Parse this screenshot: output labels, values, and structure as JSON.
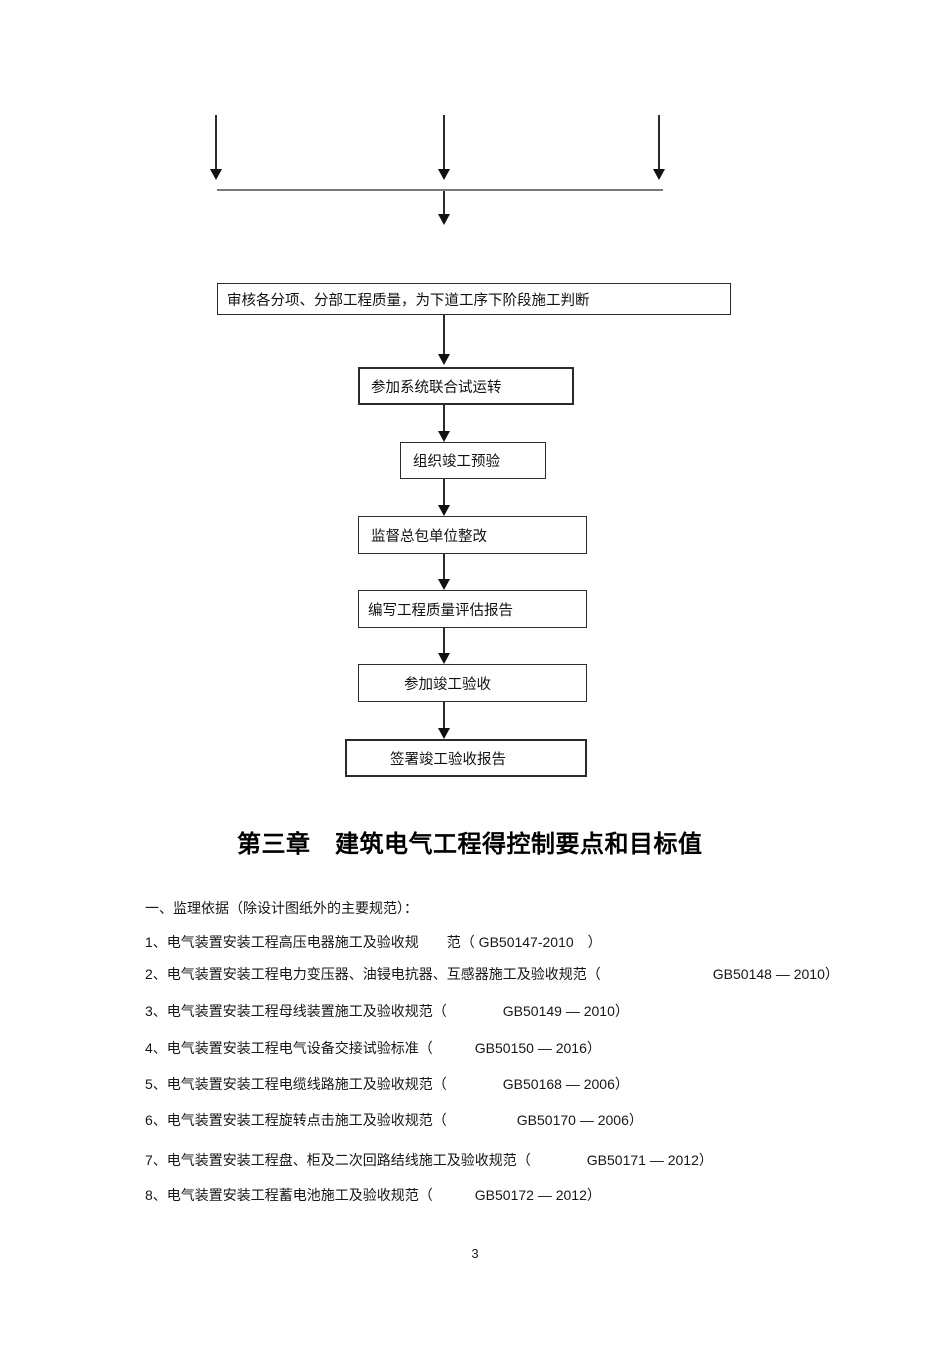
{
  "colors": {
    "ink": "#1a1a1a",
    "box_border": "#2b2b2b",
    "connector_line": "#7a7a7a",
    "background": "#ffffff"
  },
  "flowchart": {
    "boxes": [
      {
        "label": "审核各分项、分部工程质量，为下道工序下阶段施工判断"
      },
      {
        "label": "参加系统联合试运转"
      },
      {
        "label": "组织竣工预验"
      },
      {
        "label": "监督总包单位整改"
      },
      {
        "label": "编写工程质量评估报告"
      },
      {
        "label": "参加竣工验收"
      },
      {
        "label": "签署竣工验收报告"
      }
    ]
  },
  "heading": {
    "text": "第三章　建筑电气工程得控制要点和目标值"
  },
  "body": {
    "lines": [
      "一、监理依据（除设计图纸外的主要规范）：",
      "1、电气装置安装工程高压电器施工及验收规　　范（ GB50147-2010　）",
      "2、电气装置安装工程电力变压器、油锓电抗器、互感器施工及验收规范（　　　　　　　　GB50148 — 2010）",
      "3、电气装置安装工程母线装置施工及验收规范（　　　　GB50149 — 2010）",
      "4、电气装置安装工程电气设备交接试验标准（　　　GB50150 — 2016）",
      "5、电气装置安装工程电缆线路施工及验收规范（　　　　GB50168 — 2006）",
      "6、电气装置安装工程旋转点击施工及验收规范（　　　　　GB50170 — 2006）",
      "7、电气装置安装工程盘、柜及二次回路结线施工及验收规范（　　　　GB50171 — 2012）",
      "8、电气装置安装工程蓄电池施工及验收规范（　　　GB50172 — 2012）"
    ]
  },
  "footer": {
    "page_number": "3"
  }
}
